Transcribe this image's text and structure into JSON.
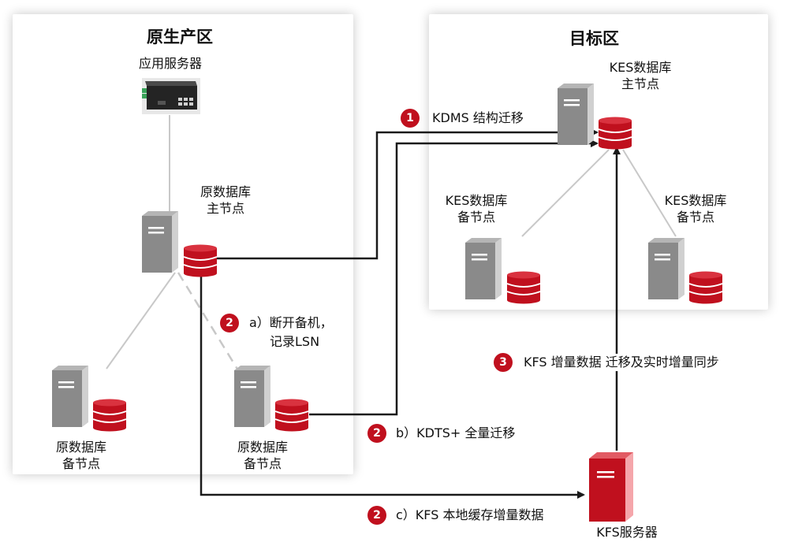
{
  "zones": {
    "source_title": "原生产区",
    "target_title": "目标区"
  },
  "nodes": {
    "app_server": "应用服务器",
    "orig_master_l1": "原数据库",
    "orig_master_l2": "主节点",
    "orig_standby1_l1": "原数据库",
    "orig_standby1_l2": "备节点",
    "orig_standby2_l1": "原数据库",
    "orig_standby2_l2": "备节点",
    "kes_master_l1": "KES数据库",
    "kes_master_l2": "主节点",
    "kes_standby1_l1": "KES数据库",
    "kes_standby1_l2": "备节点",
    "kes_standby2_l1": "KES数据库",
    "kes_standby2_l2": "备节点",
    "kfs_server": "KFS服务器"
  },
  "steps": {
    "s1_num": "1",
    "s1_text": "KDMS 结构迁移",
    "s2a_num": "2",
    "s2a_l1": "a）断开备机，",
    "s2a_l2": "记录LSN",
    "s2b_num": "2",
    "s2b_text": "b）KDTS+ 全量迁移",
    "s2c_num": "2",
    "s2c_text": "c）KFS 本地缓存增量数据",
    "s3_num": "3",
    "s3_text": "KFS 增量数据  迁移及实时增量同步"
  },
  "colors": {
    "accent_red": "#c0101e",
    "server_gray": "#8a8a8a",
    "connector_gray": "#c8c8c8",
    "arrow": "#1a1a1a"
  }
}
